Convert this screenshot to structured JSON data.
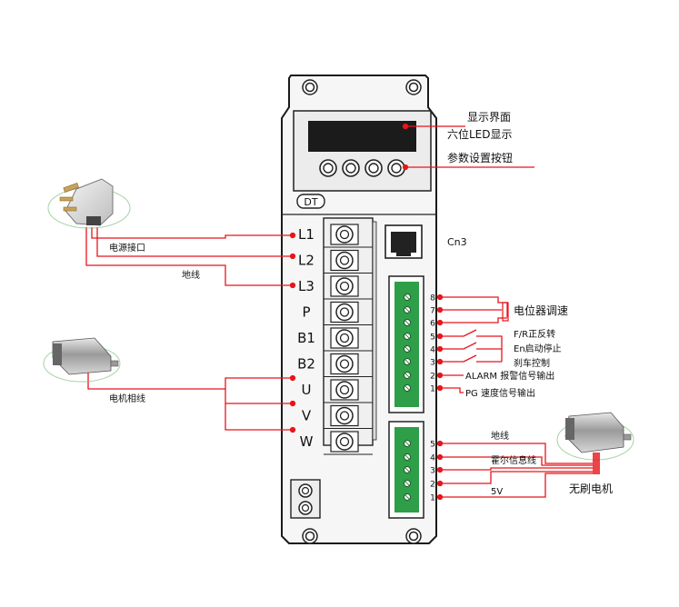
{
  "driver": {
    "brand": "DT",
    "display": {
      "title": "显示界面",
      "subtitle": "六位LED显示"
    },
    "buttons_label": "参数设置按钮",
    "port_label": "Cn3",
    "power_terminals": [
      "L1",
      "L2",
      "L3",
      "P",
      "B1",
      "B2",
      "U",
      "V",
      "W"
    ]
  },
  "left_labels": {
    "power": "电源接口",
    "ground": "地线",
    "motor_phase": "电机相线"
  },
  "control_connector": {
    "pins": [
      "8",
      "7",
      "6",
      "5",
      "4",
      "3",
      "2",
      "1"
    ],
    "labels": {
      "pot": "电位器调速",
      "fr": "F/R正反转",
      "en": "En启动停止",
      "brake": "刹车控制",
      "alarm": "ALARM 报警信号输出",
      "pg": "PG 速度信号输出"
    }
  },
  "hall_connector": {
    "pins": [
      "5",
      "4",
      "3",
      "2",
      "1"
    ],
    "labels": {
      "ground": "地线",
      "hall": "霍尔信息线",
      "v5": "5V"
    }
  },
  "motor_label": "无刷电机",
  "colors": {
    "wire": "#e8151b",
    "connector": "#2e9e48",
    "panel": "#f5f5f5",
    "display": "#1b1b1b"
  },
  "icons": {
    "plug": "power-plug-icon",
    "motor": "motor-icon"
  }
}
